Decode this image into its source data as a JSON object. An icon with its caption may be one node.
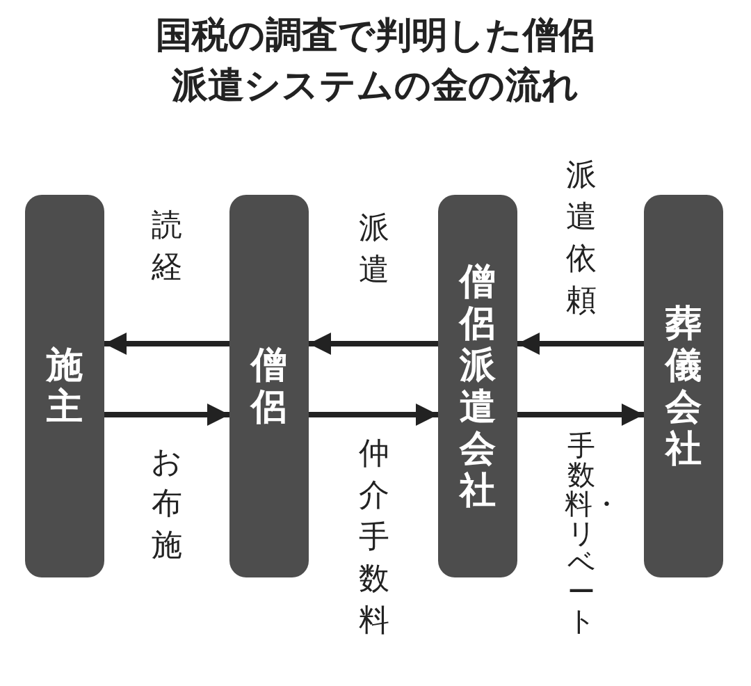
{
  "diagram": {
    "title": "国税の調査で判明した僧侶派遣システムの金の流れ",
    "nodes": [
      {
        "text": [
          "施主"
        ]
      },
      {
        "text": [
          "僧侶"
        ]
      },
      {
        "text": [
          "僧侶派遣会社"
        ]
      },
      {
        "text": [
          "葬儀会社"
        ]
      }
    ],
    "edges": [
      {
        "from": 1,
        "to": 0,
        "arrow": "to",
        "label": "読経"
      },
      {
        "from": 0,
        "to": 1,
        "arrow": "to",
        "label": "お布施"
      },
      {
        "from": 2,
        "to": 1,
        "arrow": "to",
        "label": "派遣"
      },
      {
        "from": 1,
        "to": 2,
        "arrow": "to",
        "label": "仲介手数料"
      },
      {
        "from": 3,
        "to": 2,
        "arrow": "to",
        "label": "派遣依頼"
      },
      {
        "from": 2,
        "to": 3,
        "arrow": "to",
        "label": "手数料・リベート"
      }
    ]
  }
}
